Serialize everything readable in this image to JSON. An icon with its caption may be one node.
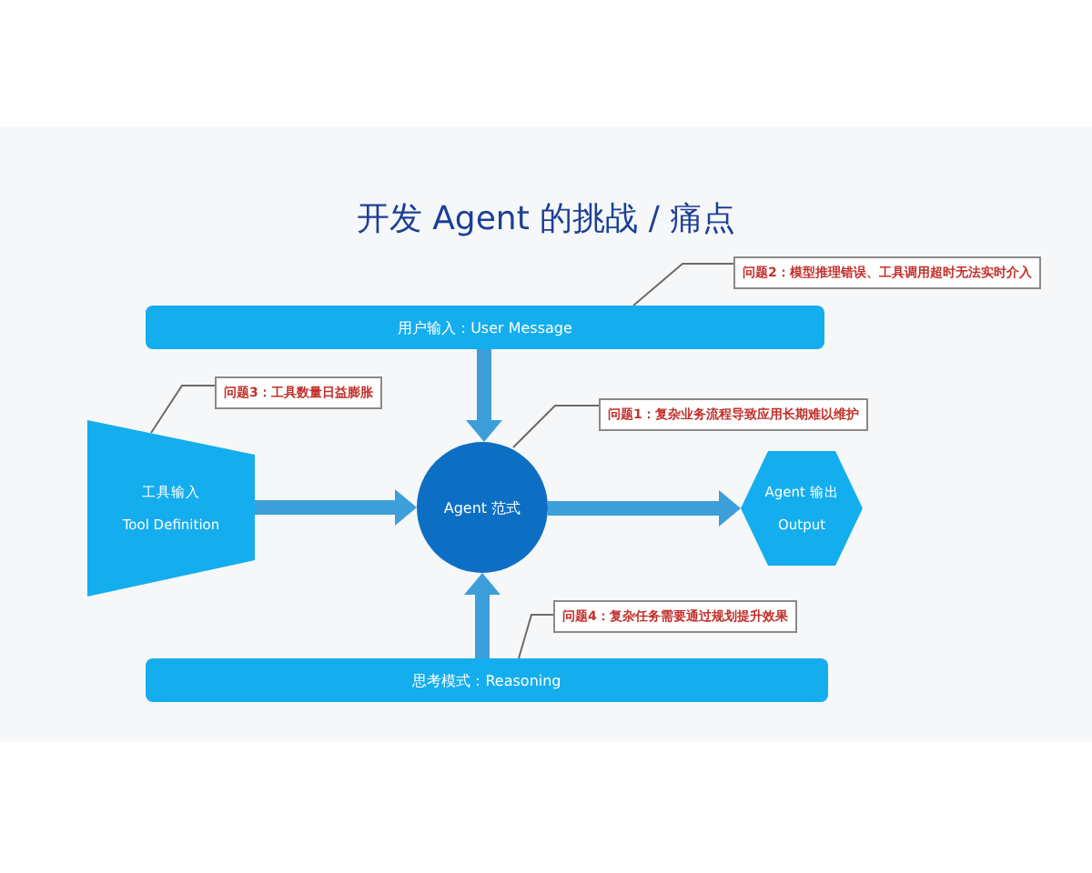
{
  "diagram": {
    "title": "开发 Agent 的挑战 / 痛点",
    "nodes": [
      {
        "text": [
          "问题2：模型推理错误、工具调用超时无法实时介入"
        ]
      },
      {
        "text": [
          "用户输入：User Message"
        ]
      },
      {
        "text": [
          "问题3：工具数量日益膨胀"
        ]
      },
      {
        "text": [
          "问题1：复杂业务流程导致应用长期难以维护"
        ]
      },
      {
        "text": [
          "工具输入",
          "Tool Definition"
        ]
      },
      {
        "text": [
          "Agent 范式"
        ]
      },
      {
        "text": [
          "Agent 输出",
          "Output"
        ]
      },
      {
        "text": [
          "问题4：复杂任务需要通过规划提升效果"
        ]
      },
      {
        "text": [
          "思考模式：Reasoning"
        ]
      }
    ],
    "edges": [
      {
        "from": 1,
        "to": 5,
        "arrow": "to",
        "style": "thick",
        "color": "#3d9fd9"
      },
      {
        "from": 4,
        "to": 5,
        "arrow": "to",
        "style": "thick",
        "color": "#3d9fd9"
      },
      {
        "from": 5,
        "to": 6,
        "arrow": "to",
        "style": "thick",
        "color": "#3d9fd9"
      },
      {
        "from": 8,
        "to": 5,
        "arrow": "to",
        "style": "thick",
        "color": "#3d9fd9"
      },
      {
        "from": 0,
        "to": 1,
        "arrow": "none",
        "color": "#6b6b6b"
      },
      {
        "from": 2,
        "to": 4,
        "arrow": "none",
        "color": "#6b6b6b"
      },
      {
        "from": 3,
        "to": 5,
        "arrow": "none",
        "color": "#6b6b6b"
      },
      {
        "from": 7,
        "to": 8,
        "arrow": "none",
        "color": "#6b6b6b"
      }
    ]
  }
}
